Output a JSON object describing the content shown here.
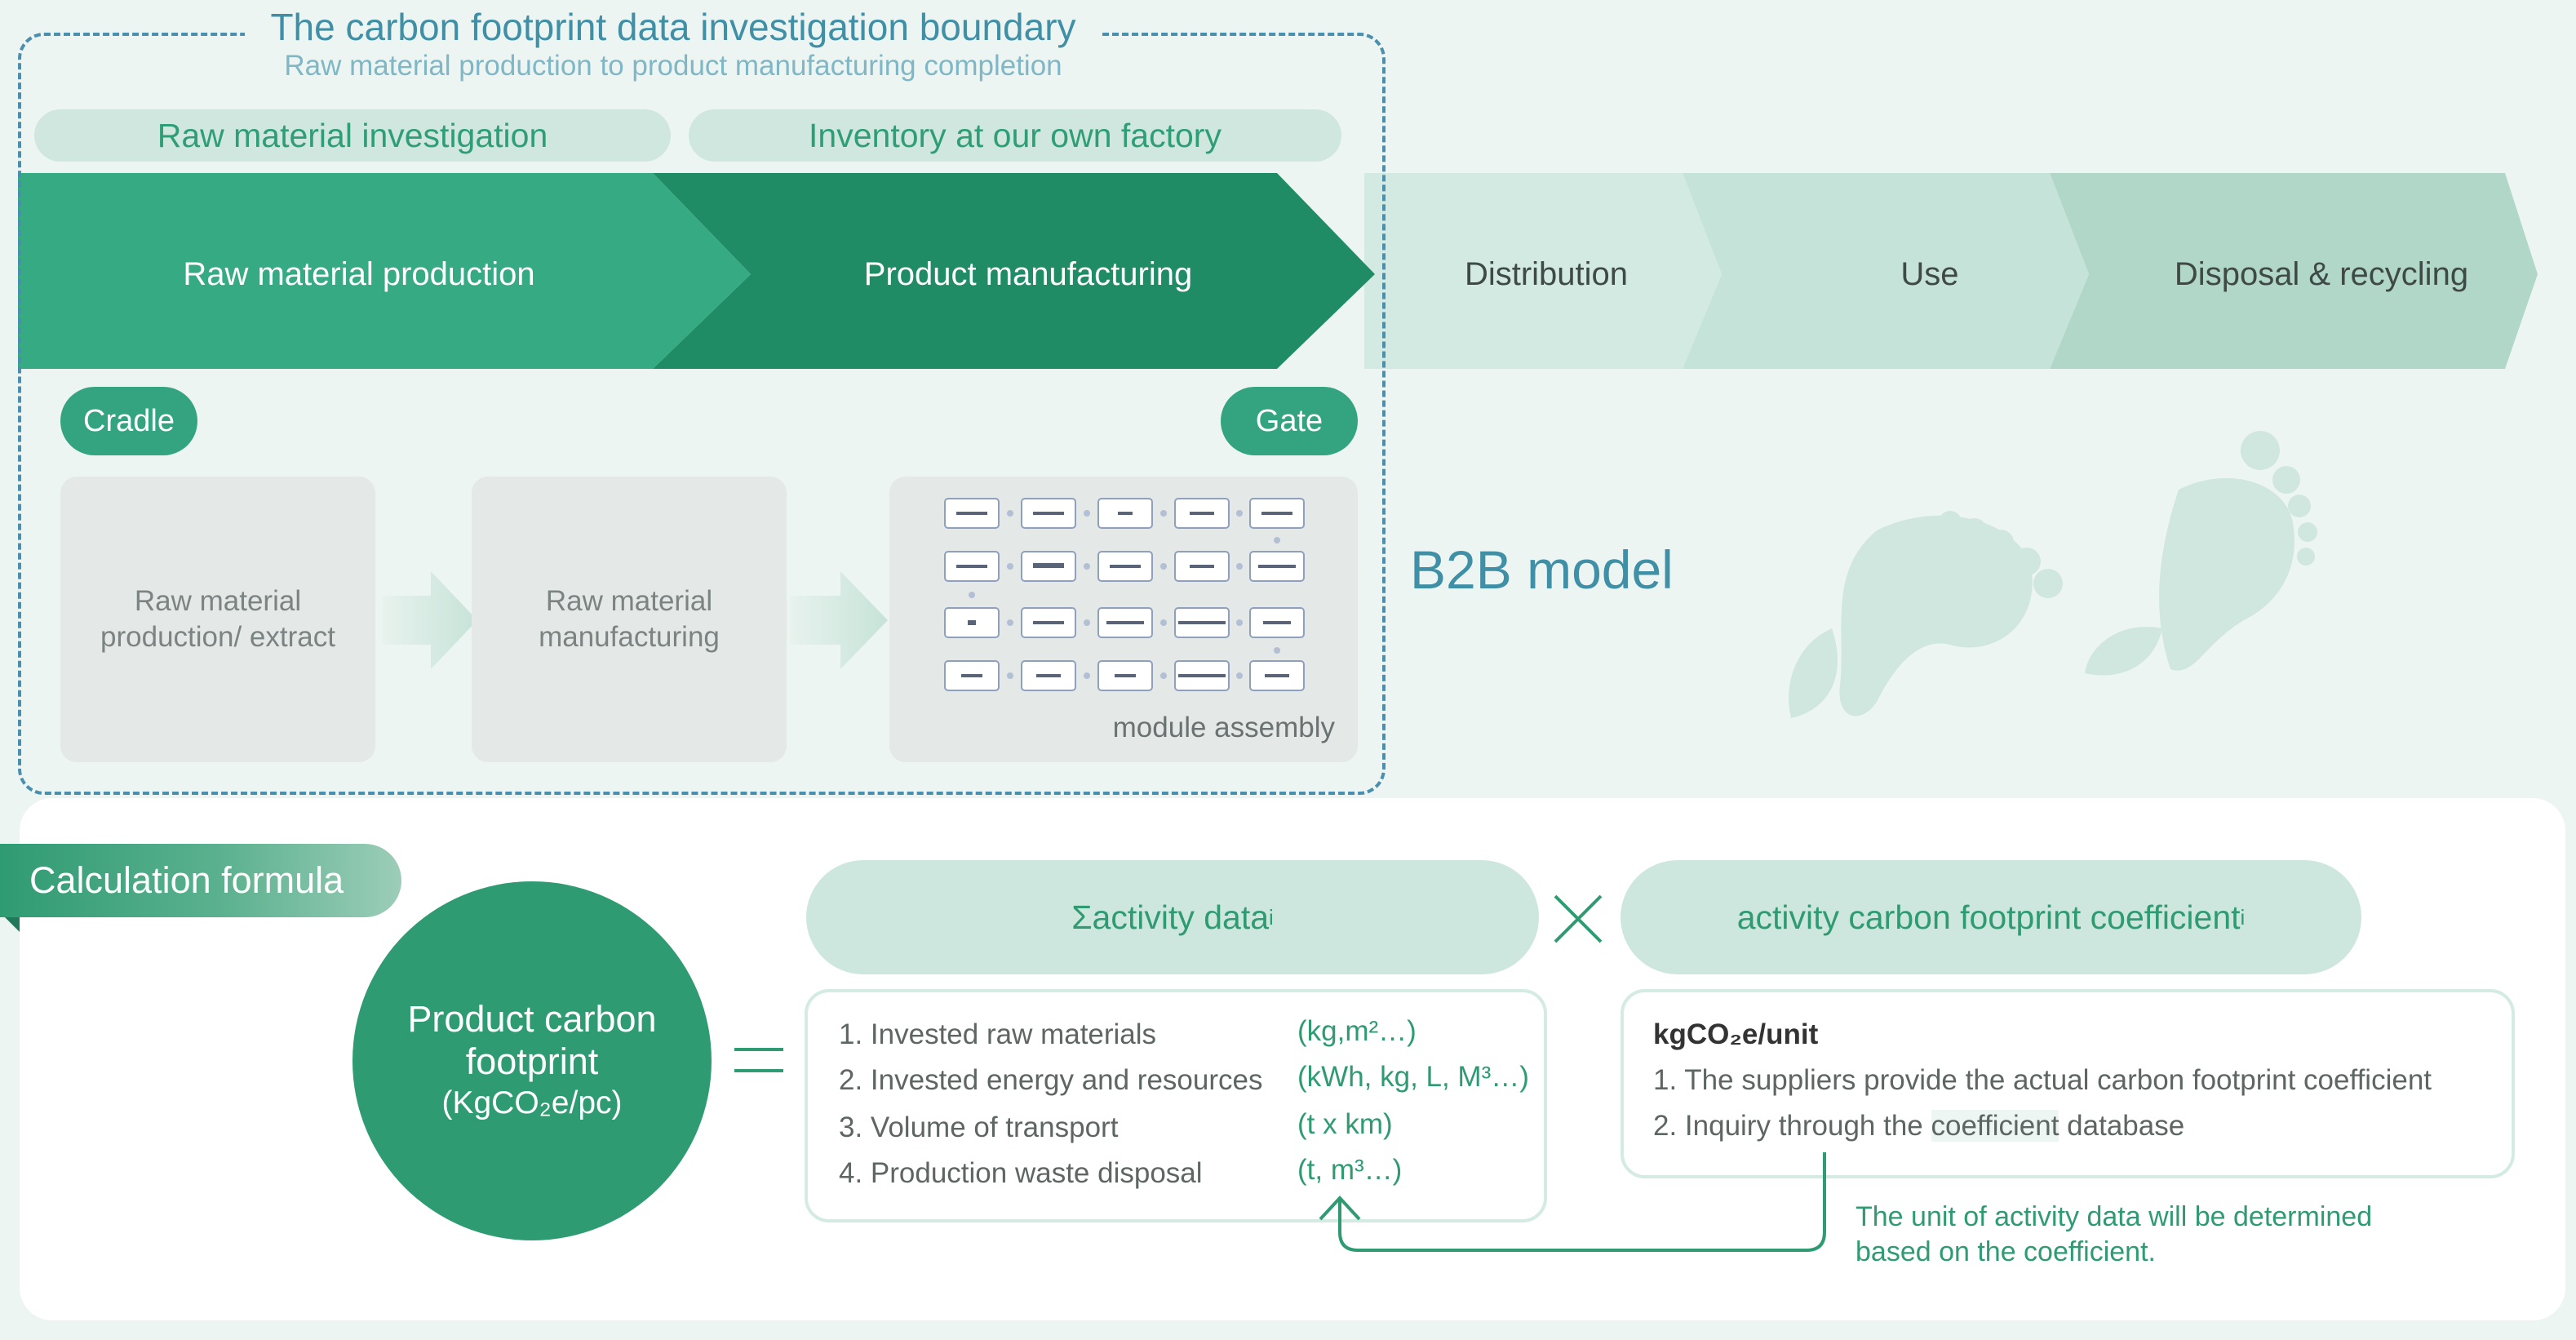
{
  "boundary": {
    "title": "The carbon footprint data investigation boundary",
    "subtitle": "Raw material production to product manufacturing completion"
  },
  "investigation": {
    "raw": "Raw material investigation",
    "inventory": "Inventory at our own factory"
  },
  "stages": [
    {
      "label": "Raw material production",
      "color": "#36aa83"
    },
    {
      "label": "Product manufacturing",
      "color": "#208c66"
    },
    {
      "label": "Distribution",
      "color": "#d2eae2"
    },
    {
      "label": "Use",
      "color": "#c6e3d9"
    },
    {
      "label": "Disposal & recycling",
      "color": "#b1d7c9"
    }
  ],
  "badges": {
    "cradle": "Cradle",
    "gate": "Gate"
  },
  "process": {
    "step1": "Raw material production/ extract",
    "step2": "Raw material manufacturing",
    "step3": "module assembly"
  },
  "b2b": "B2B model",
  "formula": {
    "tab": "Calculation formula",
    "product_line1": "Product carbon",
    "product_line2": "footprint",
    "product_unit": "(KgCO₂e/pc)",
    "equals_icon": "equals-icon",
    "times_icon": "multiply-icon",
    "activity": {
      "label": "Σactivity data",
      "sub": "i"
    },
    "coefficient": {
      "label": "activity carbon footprint coefficient",
      "sub": "i"
    },
    "items": [
      {
        "text": "1. Invested raw materials",
        "unit": "(kg,m²…)"
      },
      {
        "text": "2. Invested energy and resources",
        "unit": "(kWh, kg, L, M³…)"
      },
      {
        "text": "3. Volume of transport",
        "unit": "(t x km)"
      },
      {
        "text": "4. Production waste disposal",
        "unit": "(t, m³…)"
      }
    ],
    "coef_title": "kgCO₂e/unit",
    "coef_item1": "1. The suppliers provide the actual carbon footprint coefficient",
    "coef_item2_pre": "2. Inquiry through the ",
    "coef_item2_hl": "coefficient",
    "coef_item2_post": " database",
    "note_line1": "The unit of activity data will be determined",
    "note_line2": "based on the coefficient."
  },
  "colors": {
    "green_dark": "#208c66",
    "green": "#2f9b73",
    "mint": "#cde7de",
    "blue": "#3f8fa6",
    "background": "#edf5f2"
  }
}
